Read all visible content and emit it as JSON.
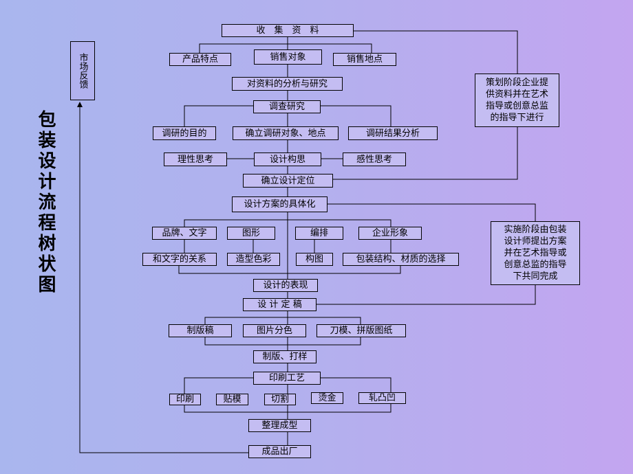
{
  "title": "包装设计流程树状图",
  "market_feedback": "市场反馈",
  "notes": {
    "planning": "策划阶段企业提\n供资料并在艺术\n指导或创意总监\n的指导下进行",
    "implementation": "实施阶段由包装\n设计师提出方案\n并在艺术指导或\n创意总监的指导\n下共同完成"
  },
  "nodes": [
    {
      "id": "collect",
      "label": "收　集　资　料"
    },
    {
      "id": "product",
      "label": "产品特点"
    },
    {
      "id": "target",
      "label": "销售对象"
    },
    {
      "id": "place",
      "label": "销售地点"
    },
    {
      "id": "analysis",
      "label": "对资料的分析与研究"
    },
    {
      "id": "survey",
      "label": "调查研究"
    },
    {
      "id": "purpose",
      "label": "调研的目的"
    },
    {
      "id": "subject",
      "label": "确立调研对象、地点"
    },
    {
      "id": "result",
      "label": "调研结果分析"
    },
    {
      "id": "rational",
      "label": "理性思考"
    },
    {
      "id": "concept",
      "label": "设计构思"
    },
    {
      "id": "emotional",
      "label": "感性思考"
    },
    {
      "id": "position",
      "label": "确立设计定位"
    },
    {
      "id": "concretize",
      "label": "设计方案的具体化"
    },
    {
      "id": "brand",
      "label": "品牌、文字"
    },
    {
      "id": "graphic",
      "label": "图形"
    },
    {
      "id": "layout",
      "label": "编排"
    },
    {
      "id": "corporate",
      "label": "企业形象"
    },
    {
      "id": "textrel",
      "label": "和文字的关系"
    },
    {
      "id": "color",
      "label": "造型色彩"
    },
    {
      "id": "composition",
      "label": "构图"
    },
    {
      "id": "structure",
      "label": "包装结构、材质的选择"
    },
    {
      "id": "express",
      "label": "设计的表现"
    },
    {
      "id": "final",
      "label": "设 计 定 稿"
    },
    {
      "id": "plate",
      "label": "制版稿"
    },
    {
      "id": "separation",
      "label": "图片分色"
    },
    {
      "id": "die",
      "label": "刀模、拼版图纸"
    },
    {
      "id": "proof",
      "label": "制版、打样"
    },
    {
      "id": "printing",
      "label": "印刷工艺"
    },
    {
      "id": "print",
      "label": "印刷"
    },
    {
      "id": "laminate",
      "label": "贴模"
    },
    {
      "id": "cut",
      "label": "切割"
    },
    {
      "id": "hotstamp",
      "label": "烫金"
    },
    {
      "id": "emboss",
      "label": "轧凸凹"
    },
    {
      "id": "finish",
      "label": "整理成型"
    },
    {
      "id": "ship",
      "label": "成品出厂"
    }
  ]
}
